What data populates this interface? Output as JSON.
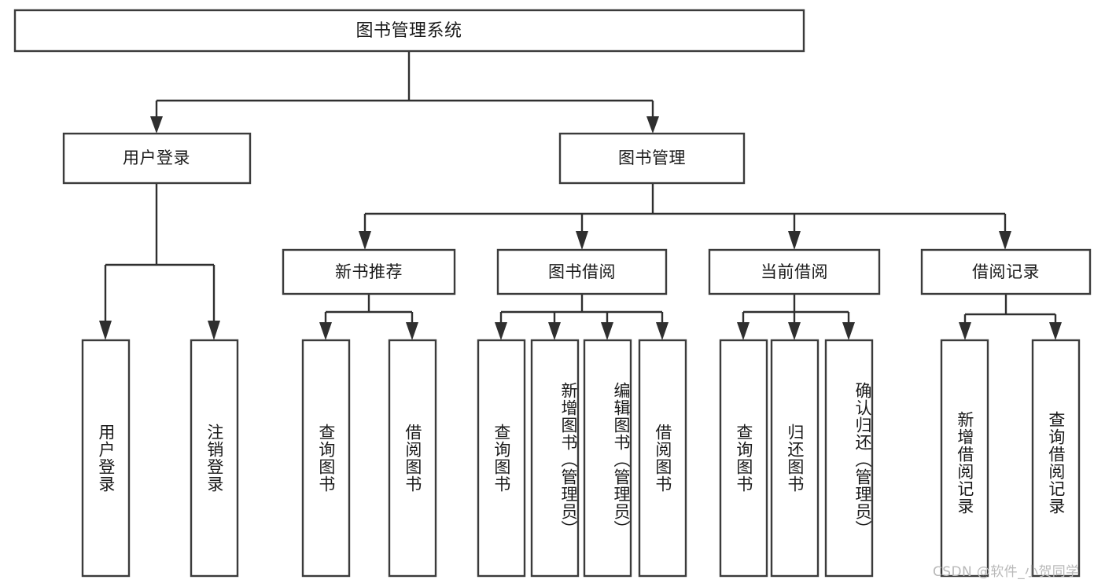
{
  "diagram": {
    "title": "图书管理系统",
    "type": "tree-hierarchy",
    "root": {
      "label": "图书管理系统",
      "id": "root"
    },
    "level2": [
      {
        "id": "user-login",
        "label": "用户登录"
      },
      {
        "id": "book-manage",
        "label": "图书管理"
      }
    ],
    "level3": [
      {
        "id": "new-book-recommend",
        "label": "新书推荐",
        "parent": "book-manage"
      },
      {
        "id": "book-borrow",
        "label": "图书借阅",
        "parent": "book-manage"
      },
      {
        "id": "current-borrow",
        "label": "当前借阅",
        "parent": "book-manage"
      },
      {
        "id": "borrow-record",
        "label": "借阅记录",
        "parent": "book-manage"
      }
    ],
    "leaves": [
      {
        "id": "leaf-user-login",
        "label": "用户登录",
        "parent": "user-login"
      },
      {
        "id": "leaf-logout-login",
        "label": "注销登录",
        "parent": "user-login"
      },
      {
        "id": "leaf-query-book-1",
        "label": "查询图书",
        "parent": "new-book-recommend"
      },
      {
        "id": "leaf-borrow-book-1",
        "label": "借阅图书",
        "parent": "new-book-recommend"
      },
      {
        "id": "leaf-query-book-2",
        "label": "查询图书",
        "parent": "book-borrow"
      },
      {
        "id": "leaf-add-book",
        "label": "新增图书（管理员）",
        "parent": "book-borrow"
      },
      {
        "id": "leaf-edit-book",
        "label": "编辑图书（管理员）",
        "parent": "book-borrow"
      },
      {
        "id": "leaf-borrow-book-2",
        "label": "借阅图书",
        "parent": "book-borrow"
      },
      {
        "id": "leaf-query-book-3",
        "label": "查询图书",
        "parent": "current-borrow"
      },
      {
        "id": "leaf-return-book",
        "label": "归还图书",
        "parent": "current-borrow"
      },
      {
        "id": "leaf-confirm-return",
        "label": "确认归还（管理员）",
        "parent": "current-borrow"
      },
      {
        "id": "leaf-add-record",
        "label": "新增借阅记录",
        "parent": "borrow-record"
      },
      {
        "id": "leaf-query-record",
        "label": "查询借阅记录",
        "parent": "borrow-record"
      }
    ]
  },
  "watermark": {
    "text": "CSDN @软件_小贺同学"
  },
  "colors": {
    "box_stroke": "#3b3b3b",
    "connector": "#2f2f2f",
    "text": "#1a1a1a",
    "background": "#ffffff",
    "watermark": "#b9b9b9"
  }
}
